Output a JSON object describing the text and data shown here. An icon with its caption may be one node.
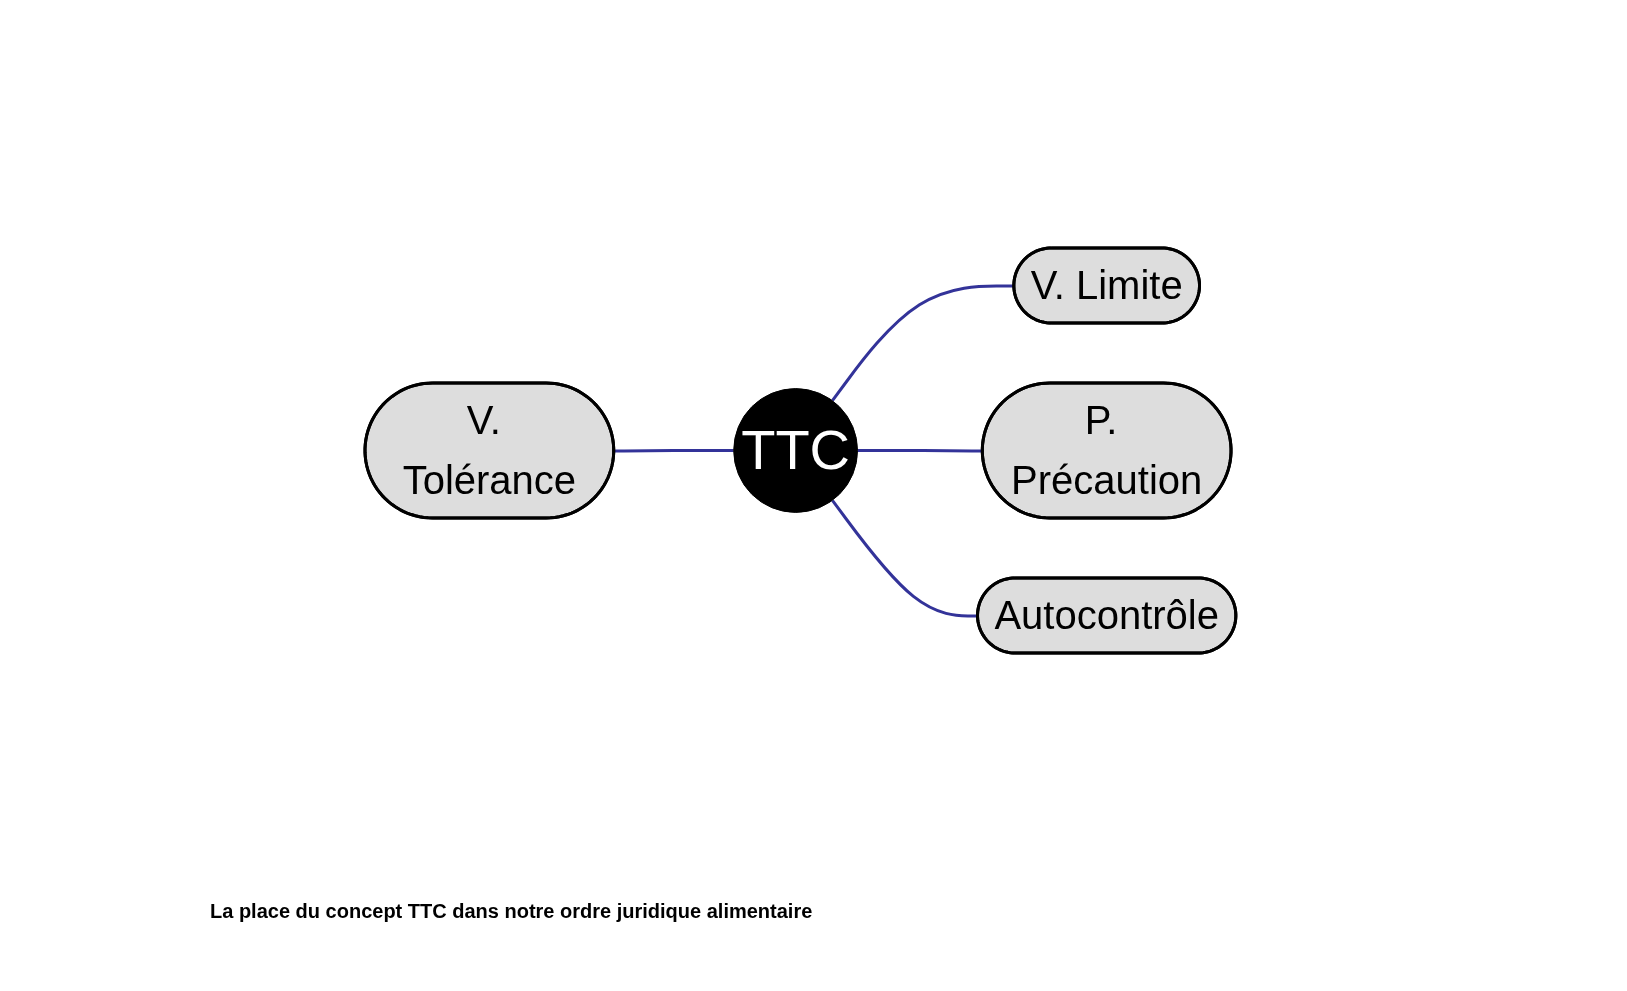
{
  "diagram": {
    "caption": "La place du concept TTC dans notre ordre juridique alimentaire",
    "nodes": [
      {
        "text": [
          "V. Limite"
        ]
      },
      {
        "text": [
          "P. Précaution"
        ]
      },
      {
        "text": [
          "V. Tolérance"
        ]
      },
      {
        "text": [
          "TTC"
        ]
      },
      {
        "text": [
          "Autocontrôle"
        ]
      }
    ],
    "edges": [
      {
        "from": 2,
        "to": 3,
        "arrow": "none"
      },
      {
        "from": 3,
        "to": 0,
        "arrow": "none"
      },
      {
        "from": 3,
        "to": 1,
        "arrow": "none"
      },
      {
        "from": 3,
        "to": 4,
        "arrow": "none"
      }
    ]
  }
}
